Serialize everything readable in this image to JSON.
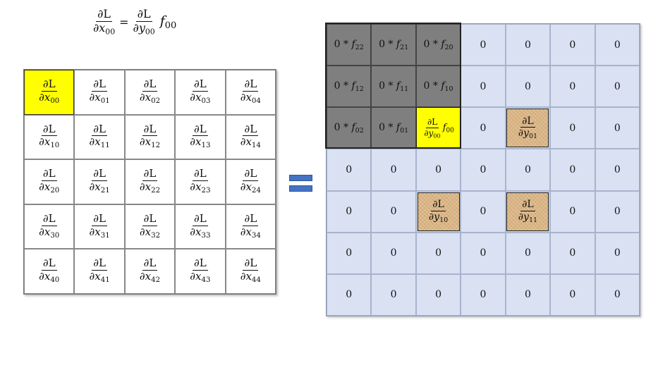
{
  "equation": {
    "lhs_num": "∂L",
    "lhs_den": "∂x",
    "lhs_sub": "00",
    "op": "=",
    "rhs_num": "∂L",
    "rhs_den": "∂y",
    "rhs_sub": "00",
    "f": "f",
    "f_sub": "00"
  },
  "left_grid": {
    "numerator": "∂L",
    "den_var": "∂x",
    "rows": [
      [
        "00",
        "01",
        "02",
        "03",
        "04"
      ],
      [
        "10",
        "11",
        "12",
        "13",
        "14"
      ],
      [
        "20",
        "21",
        "22",
        "23",
        "24"
      ],
      [
        "30",
        "31",
        "32",
        "33",
        "34"
      ],
      [
        "40",
        "41",
        "42",
        "43",
        "44"
      ]
    ],
    "highlight": "00",
    "colors": {
      "highlight": "#ffff00",
      "border": "#888888"
    }
  },
  "equal_sign": {
    "color": "#4472c4"
  },
  "right_grid": {
    "grad_num": "∂L",
    "grad_den_var": "∂y",
    "cells": [
      [
        {
          "t": "f",
          "s": "22"
        },
        {
          "t": "f",
          "s": "21"
        },
        {
          "t": "f",
          "s": "20"
        },
        {
          "t": "0"
        },
        {
          "t": "0"
        },
        {
          "t": "0"
        },
        {
          "t": "0"
        }
      ],
      [
        {
          "t": "f",
          "s": "12"
        },
        {
          "t": "f",
          "s": "11"
        },
        {
          "t": "f",
          "s": "10"
        },
        {
          "t": "0"
        },
        {
          "t": "0"
        },
        {
          "t": "0"
        },
        {
          "t": "0"
        }
      ],
      [
        {
          "t": "f",
          "s": "02"
        },
        {
          "t": "f",
          "s": "01"
        },
        {
          "t": "yf",
          "s": "00"
        },
        {
          "t": "0"
        },
        {
          "t": "g",
          "s": "01"
        },
        {
          "t": "0"
        },
        {
          "t": "0"
        }
      ],
      [
        {
          "t": "0"
        },
        {
          "t": "0"
        },
        {
          "t": "0"
        },
        {
          "t": "0"
        },
        {
          "t": "0"
        },
        {
          "t": "0"
        },
        {
          "t": "0"
        }
      ],
      [
        {
          "t": "0"
        },
        {
          "t": "0"
        },
        {
          "t": "g",
          "s": "10"
        },
        {
          "t": "0"
        },
        {
          "t": "g",
          "s": "11"
        },
        {
          "t": "0"
        },
        {
          "t": "0"
        }
      ],
      [
        {
          "t": "0"
        },
        {
          "t": "0"
        },
        {
          "t": "0"
        },
        {
          "t": "0"
        },
        {
          "t": "0"
        },
        {
          "t": "0"
        },
        {
          "t": "0"
        }
      ],
      [
        {
          "t": "0"
        },
        {
          "t": "0"
        },
        {
          "t": "0"
        },
        {
          "t": "0"
        },
        {
          "t": "0"
        },
        {
          "t": "0"
        },
        {
          "t": "0"
        }
      ]
    ],
    "filter_prefix": "0 * ",
    "filter_var": "f",
    "zero": "0",
    "colors": {
      "background": "#d9e1f2",
      "filter": "#7f7f7f",
      "highlight": "#ffff00",
      "gradient": "#deb887"
    }
  }
}
